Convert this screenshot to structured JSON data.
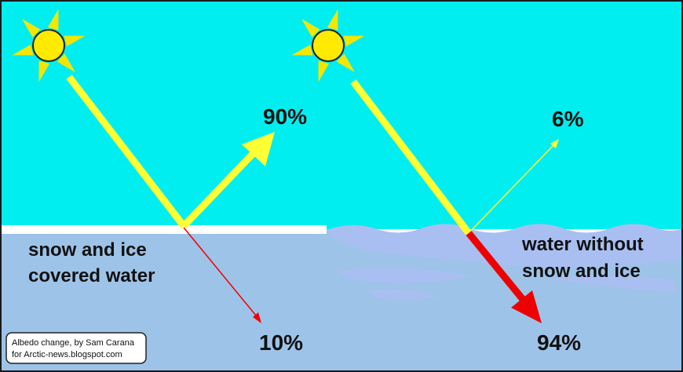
{
  "colors": {
    "sky": "#00eef0",
    "water": "#9ec3e8",
    "water_wave": "#a9bff2",
    "sun_fill": "#ffea00",
    "sun_ray": "#f5e600",
    "incoming_beam": "#ffff33",
    "reflected_beam": "#ffff33",
    "absorbed_arrow": "#ee0000",
    "ice": "#ffffff",
    "border": "#1a1a1a"
  },
  "left_scene": {
    "reflected_label": "90%",
    "absorbed_label": "10%",
    "surface_label_line1": "snow and ice",
    "surface_label_line2": "covered water"
  },
  "right_scene": {
    "reflected_label": "6%",
    "absorbed_label": "94%",
    "surface_label_line1": "water without",
    "surface_label_line2": "snow and ice"
  },
  "credit": {
    "line1": "Albedo change, by Sam Carana",
    "line2": "for Arctic-news.blogspot.com"
  }
}
